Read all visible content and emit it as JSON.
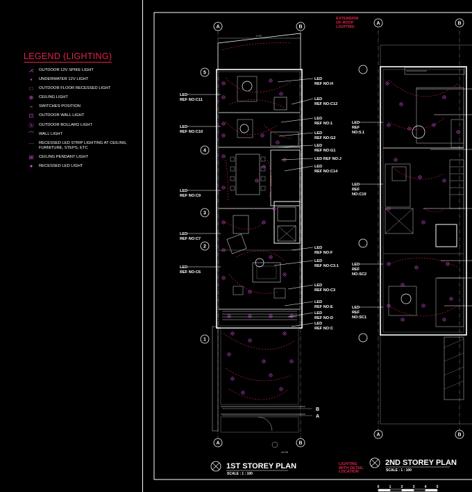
{
  "legend": {
    "title": "LEGEND (LIGHTING)",
    "items": [
      {
        "icon": "spike-light-icon",
        "glyph": "⋌",
        "label": "OUTDOOR 12V SPIKE LIGHT"
      },
      {
        "icon": "underwater-light-icon",
        "glyph": "▪",
        "label": "UNDERWATER 12V LIGHT"
      },
      {
        "icon": "floor-recessed-light-icon",
        "glyph": "□",
        "label": "OUTDOOR FLOOR RECESSED LIGHT"
      },
      {
        "icon": "ceiling-light-icon",
        "glyph": "⊕",
        "label": "CEILING LIGHT"
      },
      {
        "icon": "switch-icon",
        "glyph": "⌁",
        "label": "SWITCHES POSITION"
      },
      {
        "icon": "outdoor-wall-light-icon",
        "glyph": "⊡",
        "label": "OUTDOOR WALL LIGHT"
      },
      {
        "icon": "bollard-light-icon",
        "glyph": "ⓑ",
        "label": "OUTDOOR BOLLARD LIGHT"
      },
      {
        "icon": "wall-light-icon",
        "glyph": "⌒",
        "label": "WALL LIGHT"
      },
      {
        "icon": "led-strip-icon",
        "glyph": "⋯",
        "label": "RECESSED LED STRIP LIGHTING AT CEILING, FURNITURE, STEPS, ETC"
      },
      {
        "icon": "pendant-light-icon",
        "glyph": "⊞",
        "label": "CEILING PENDANT LIGHT"
      },
      {
        "icon": "recessed-led-icon",
        "glyph": "✦",
        "label": "RECESSED LED LIGHT"
      }
    ]
  },
  "plan1": {
    "title": "1ST STOREY PLAN",
    "scale": "SCALE : 1 : 100",
    "grid_top": [
      "A",
      "B"
    ],
    "grid_bottom": [
      "A",
      "B"
    ],
    "grid_rows": [
      "5",
      "4",
      "3",
      "2",
      "1"
    ],
    "section_marks": [
      "B",
      "A"
    ],
    "level": "±0.00",
    "dim": "5750",
    "left_labels": [
      {
        "a": "LED",
        "b": "REF NO:C11"
      },
      {
        "a": "LED",
        "b": "REF NO:C10"
      },
      {
        "a": "LED",
        "b": "REF NO:C9"
      },
      {
        "a": "LED",
        "b": "REF NO:C7"
      },
      {
        "a": "LED",
        "b": "REF NO:C6"
      }
    ],
    "right_labels": [
      {
        "a": "LED",
        "b": "REF NO:H"
      },
      {
        "a": "LED",
        "b": "REF NO:C12"
      },
      {
        "a": "LED",
        "b": "REF NO:1"
      },
      {
        "a": "LED",
        "b": "REF NO:G2"
      },
      {
        "a": "LED",
        "b": "REF NO:G1"
      },
      {
        "a": "LED REF NO:J",
        "b": ""
      },
      {
        "a": "LED",
        "b": "REF NO:C14"
      },
      {
        "a": "LED",
        "b": "REF NO:F"
      },
      {
        "a": "LED",
        "b": "REF NO:C3.1"
      },
      {
        "a": "LED",
        "b": "REF NO:C3"
      },
      {
        "a": "LED",
        "b": "REF NO:E"
      },
      {
        "a": "LED",
        "b": "REF NO:D"
      },
      {
        "a": "LED",
        "b": "REF NO:C"
      }
    ],
    "note_top": [
      "EXTENSION",
      "OF ROOF",
      "LIGHTING"
    ],
    "note_bottom": [
      "LIGHTING",
      "WITH DETAIL",
      "LOCATION"
    ]
  },
  "plan2": {
    "title": "2ND STOREY PLAN",
    "scale": "SCALE : 1 : 100",
    "grid_top": [
      "A",
      "B"
    ],
    "grid_bottom": [
      "A",
      "B"
    ],
    "left_labels": [
      {
        "a": "LED",
        "b": "REF",
        "c": "NO:5.1"
      },
      {
        "a": "LED",
        "b": "REF",
        "c": "NO:C19"
      },
      {
        "a": "LED",
        "b": "REF",
        "c": "NO:SC2"
      },
      {
        "a": "LED",
        "b": "REF",
        "c": "NO:SC1"
      }
    ],
    "scale_bar": [
      "0",
      "1",
      "2",
      "3",
      "4",
      "5"
    ]
  }
}
